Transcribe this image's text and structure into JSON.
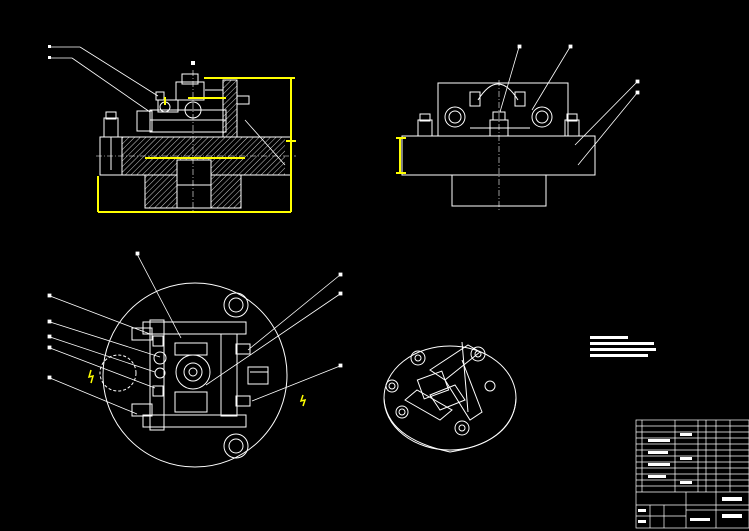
{
  "colors": {
    "background": "#000000",
    "line": "#ffffff",
    "highlight": "#ffff00",
    "hatch": "#ffffff"
  },
  "views": {
    "front_section": {
      "balloon_count": 2
    },
    "side_view": {
      "balloon_count": 4
    },
    "top_view": {
      "balloon_count": 9
    },
    "isometric_view": {
      "balloon_count": 0
    }
  },
  "notes_block": {
    "line_count": 4
  },
  "title_block": {
    "present": true
  }
}
